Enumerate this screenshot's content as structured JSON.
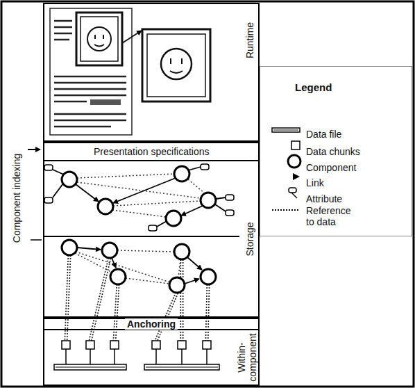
{
  "diagram": {
    "nodes": [
      {
        "text": [
          "Runtime"
        ]
      },
      {
        "text": [
          "Presentation specifications"
        ]
      },
      {
        "text": [
          "Storage"
        ]
      },
      {
        "text": [
          "Anchoring"
        ]
      },
      {
        "text": [
          "Within-component"
        ]
      },
      {
        "text": [
          "Legend"
        ]
      }
    ],
    "labels": [
      "Component indexing"
    ],
    "legend": [
      {
        "text": "Data file"
      },
      {
        "text": "Data chunks"
      },
      {
        "text": "Component"
      },
      {
        "text": "Link"
      },
      {
        "text": "Attribute"
      },
      {
        "text": "Reference to data"
      }
    ]
  }
}
